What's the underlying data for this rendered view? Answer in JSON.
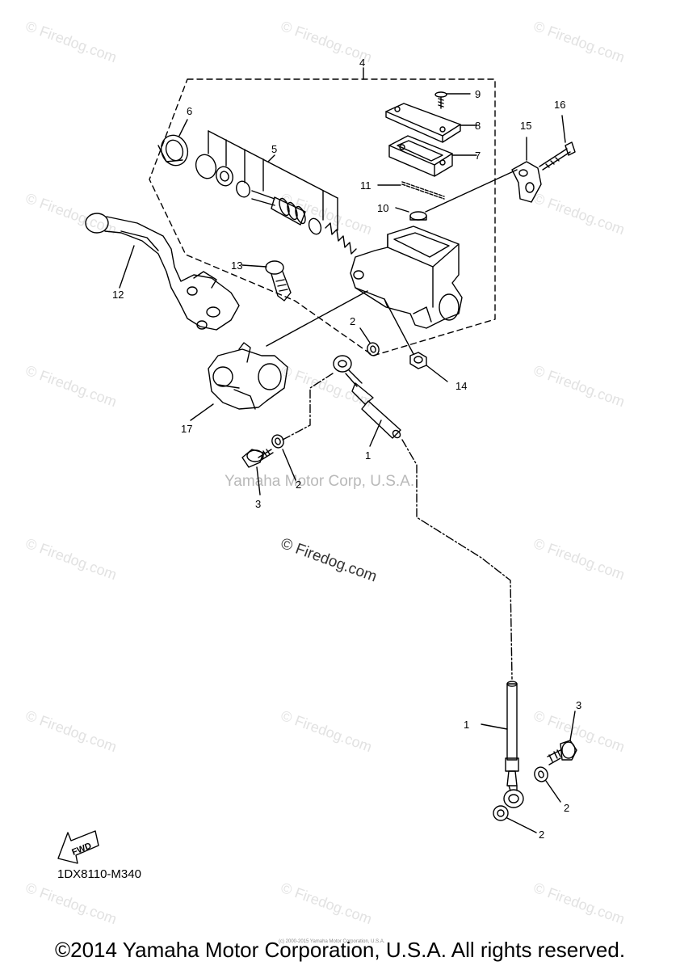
{
  "watermarks": {
    "repeated": "© Firedog.com",
    "center_company": "Yamaha Motor Corp, U.S.A.",
    "center_site": "© Firedog.com"
  },
  "callouts": {
    "n1a": "1",
    "n1b": "1",
    "n2a": "2",
    "n2b": "2",
    "n2c": "2",
    "n2d": "2",
    "n3a": "3",
    "n3b": "3",
    "n4": "4",
    "n5": "5",
    "n6": "6",
    "n7": "7",
    "n8": "8",
    "n9": "9",
    "n10": "10",
    "n11": "11",
    "n12": "12",
    "n13": "13",
    "n14": "14",
    "n15": "15",
    "n16": "16",
    "n17": "17"
  },
  "fwd_label": "FWD",
  "part_code": "1DX8110-M340",
  "tiny_copyright": "(c) 2000-2015 Yamaha Motor Corporation, U.S.A.",
  "footer_copyright": "©2014 Yamaha Motor Corporation, U.S.A. All rights reserved.",
  "colors": {
    "line": "#000000",
    "watermark": "#e2e2e2"
  }
}
